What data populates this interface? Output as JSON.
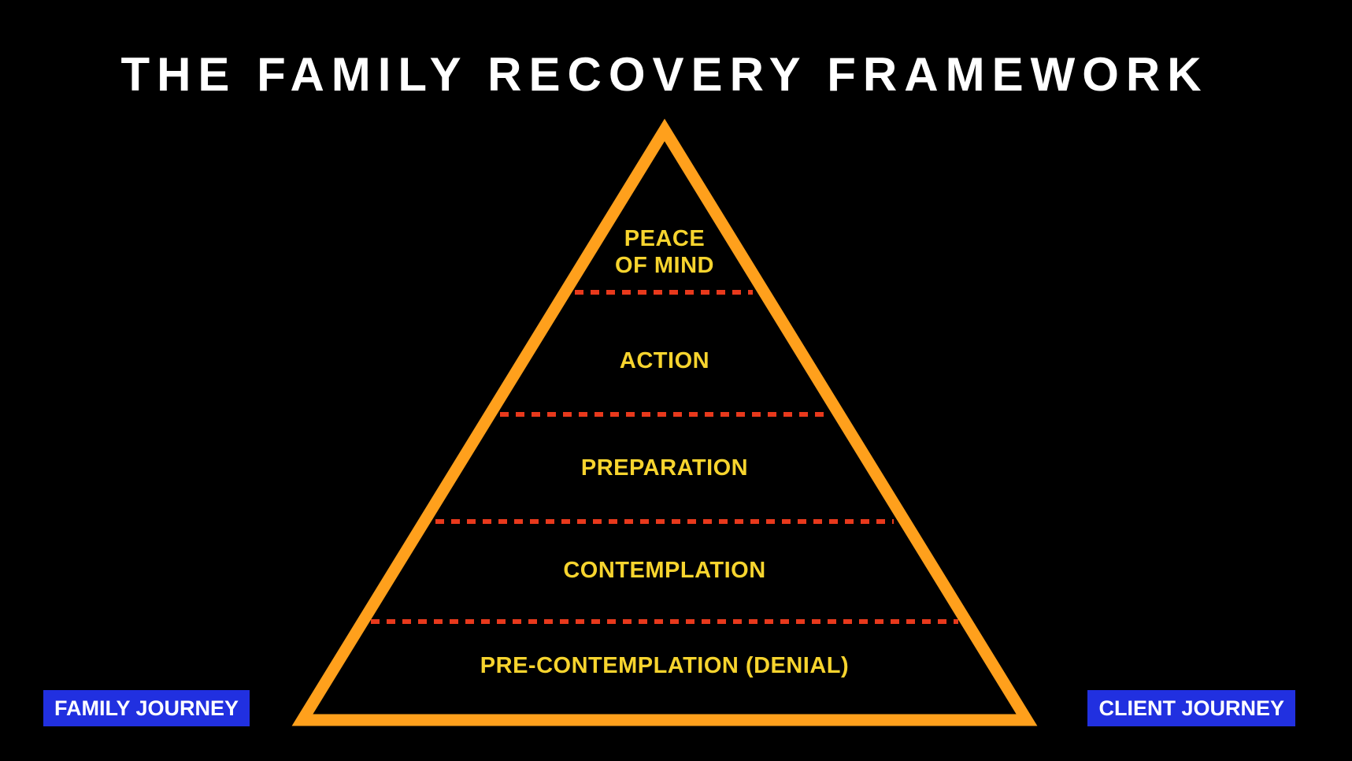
{
  "title": "THE FAMILY RECOVERY FRAMEWORK",
  "pyramid": {
    "levels": [
      {
        "id": "peace-of-mind",
        "lines": [
          "PEACE",
          "OF MIND"
        ]
      },
      {
        "id": "action",
        "lines": [
          "ACTION"
        ]
      },
      {
        "id": "preparation",
        "lines": [
          "PREPARATION"
        ]
      },
      {
        "id": "contemplation",
        "lines": [
          "CONTEMPLATION"
        ]
      },
      {
        "id": "pre-contemplation",
        "lines": [
          "PRE-CONTEMPLATION (DENIAL)"
        ]
      }
    ]
  },
  "badges": {
    "family": "FAMILY JOURNEY",
    "client": "CLIENT JOURNEY"
  },
  "colors": {
    "background": "#000000",
    "title_text": "#FFFFFF",
    "pyramid_border": "#FFA01C",
    "level_text": "#F7D42E",
    "divider_dashes": "#E8391C",
    "badge_background": "#2130E0",
    "badge_text": "#FFFFFF"
  }
}
